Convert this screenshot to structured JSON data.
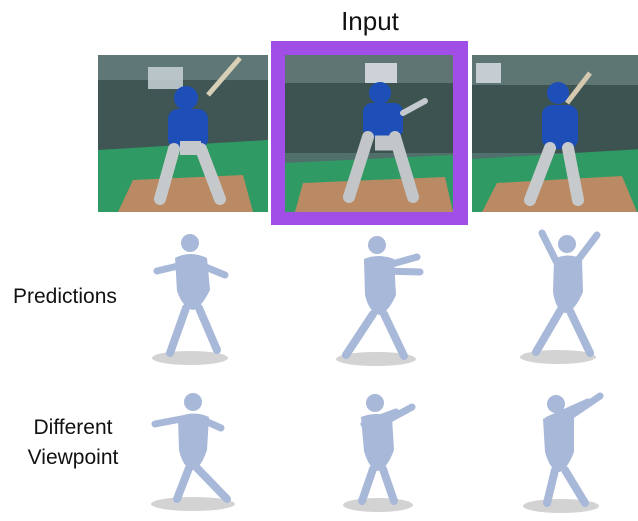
{
  "header": {
    "title": "Input"
  },
  "rows": {
    "predictions_label": "Predictions",
    "viewpoint_label_line1": "Different",
    "viewpoint_label_line2": "Viewpoint"
  },
  "colors": {
    "highlight": "#a14ee6",
    "mesh": "#a8b8d8",
    "jersey": "#1e4fb8",
    "field_green": "#2f9a63",
    "dirt": "#b98a63"
  }
}
